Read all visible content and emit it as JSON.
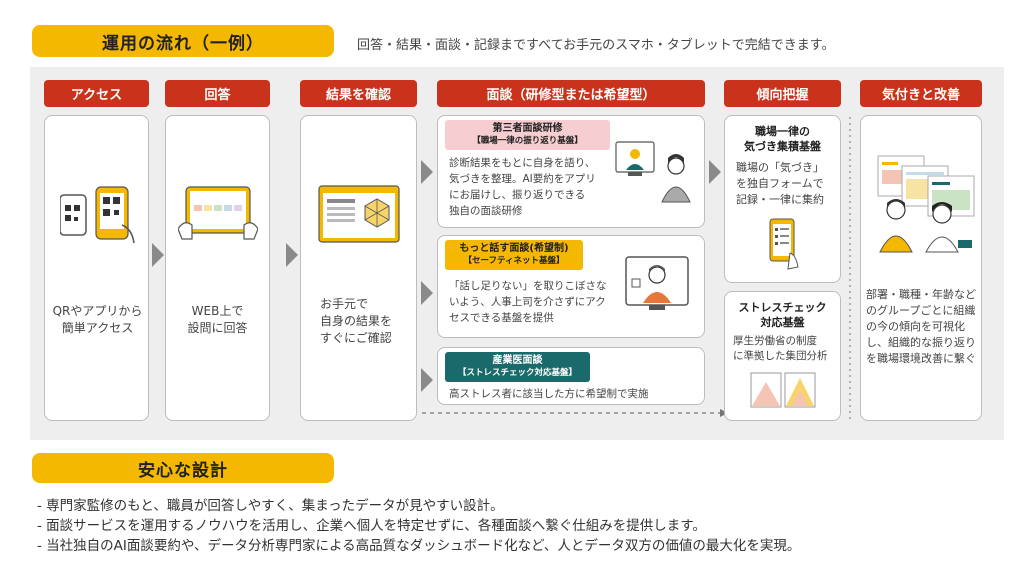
{
  "header": {
    "title": "運用の流れ（一例）",
    "subtitle": "回答・結果・面談・記録まですべてお手元のスマホ・タブレットで完結できます。"
  },
  "steps": [
    {
      "label": "アクセス",
      "text": [
        "QRやアプリから",
        "簡単アクセス"
      ]
    },
    {
      "label": "回答",
      "text": [
        "WEB上で",
        "設問に回答"
      ]
    },
    {
      "label": "結果を確認",
      "text": [
        "お手元で",
        "自身の結果を",
        "すぐにご確認"
      ]
    },
    {
      "label": "面談（研修型または希望型）"
    },
    {
      "label": "傾向把握"
    },
    {
      "label": "気付きと改善",
      "text": [
        "部署・職種・年齢など",
        "のグループごとに組織",
        "の今の傾向を可視化",
        "し、組織的な振り返り",
        "を職場環境改善に繋ぐ"
      ]
    }
  ],
  "interviews": [
    {
      "badge": [
        "第三者面談研修",
        "【職場一律の振り返り基盤】"
      ],
      "text": [
        "診断結果をもとに自身を語り、",
        "気づきを整理。AI要約をアプリ",
        "にお届けし、振り返りできる",
        "独自の面談研修"
      ],
      "color": "#f6cdd0"
    },
    {
      "badge": [
        "もっと話す面談(希望制)",
        "【セーフティネット基盤】"
      ],
      "text": [
        "「話し足りない」を取りこぼさな",
        "いよう、人事上司を介さずにアク",
        "セスできる基盤を提供"
      ],
      "color": "#f5b800"
    },
    {
      "badge": [
        "産業医面談",
        "【ストレスチェック対応基盤】"
      ],
      "text": [
        "高ストレス者に該当した方に希望制で実施"
      ],
      "color": "#1b6a6b"
    }
  ],
  "trend": {
    "box1_title": [
      "職場一律の",
      "気づき集積基盤"
    ],
    "box1_text": [
      "職場の「気づき」",
      "を独自フォームで",
      "記録・一律に集約"
    ],
    "box2_title": [
      "ストレスチェック",
      "対応基盤"
    ],
    "box2_text": [
      "厚生労働省の制度",
      "に準拠した集団分析"
    ]
  },
  "design": {
    "title": "安心な設計",
    "bullets": [
      "- 専門家監修のもと、職員が回答しやすく、集まったデータが見やすい設計。",
      "- 面談サービスを運用するノウハウを活用し、企業へ個人を特定せずに、各種面談へ繋ぐ仕組みを提供します。",
      "- 当社独自のAI面談要約や、データ分析専門家による高品質なダッシュボード化など、人とデータ双方の価値の最大化を実現。"
    ]
  },
  "colors": {
    "accent": "#f5b800",
    "header_red": "#c9321b",
    "teal": "#1b6a6b",
    "pink": "#f6cdd0"
  }
}
